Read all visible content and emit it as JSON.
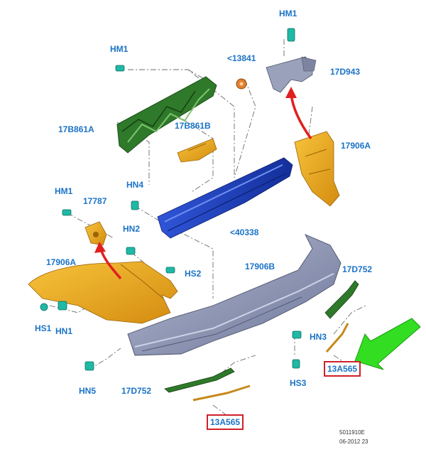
{
  "labels": {
    "hm1_top": "HM1",
    "p13841": "<13841",
    "p17d943": "17D943",
    "hm1_left": "HM1",
    "p17b861a": "17B861A",
    "p17b861b": "17B861B",
    "p17906a_right": "17906A",
    "hn4": "HN4",
    "hm1_mid": "HM1",
    "p17787": "17787",
    "p40338": "<40338",
    "hn2": "HN2",
    "hs2": "HS2",
    "p17906a_left": "17906A",
    "p17906b": "17906B",
    "p17d752_right": "17D752",
    "hs1": "HS1",
    "hn1": "HN1",
    "hn3": "HN3",
    "p13a565_right": "13A565",
    "hn5": "HN5",
    "p17d752_left": "17D752",
    "hs3": "HS3",
    "p13a565_bottom": "13A565"
  },
  "footer": {
    "code": "5011910E",
    "date": "06-2012 23"
  },
  "colors": {
    "label": "#1a73c7",
    "highlight_box": "#d0202a",
    "green_arrow": "#33dd22",
    "red_arrow": "#e02020",
    "bumper_cover": "#8a93b4",
    "absorber": "#e9a21a",
    "beam": "#1d3fbf",
    "bracket_green": "#2f7a2a",
    "clip": "#1fb9a5"
  }
}
